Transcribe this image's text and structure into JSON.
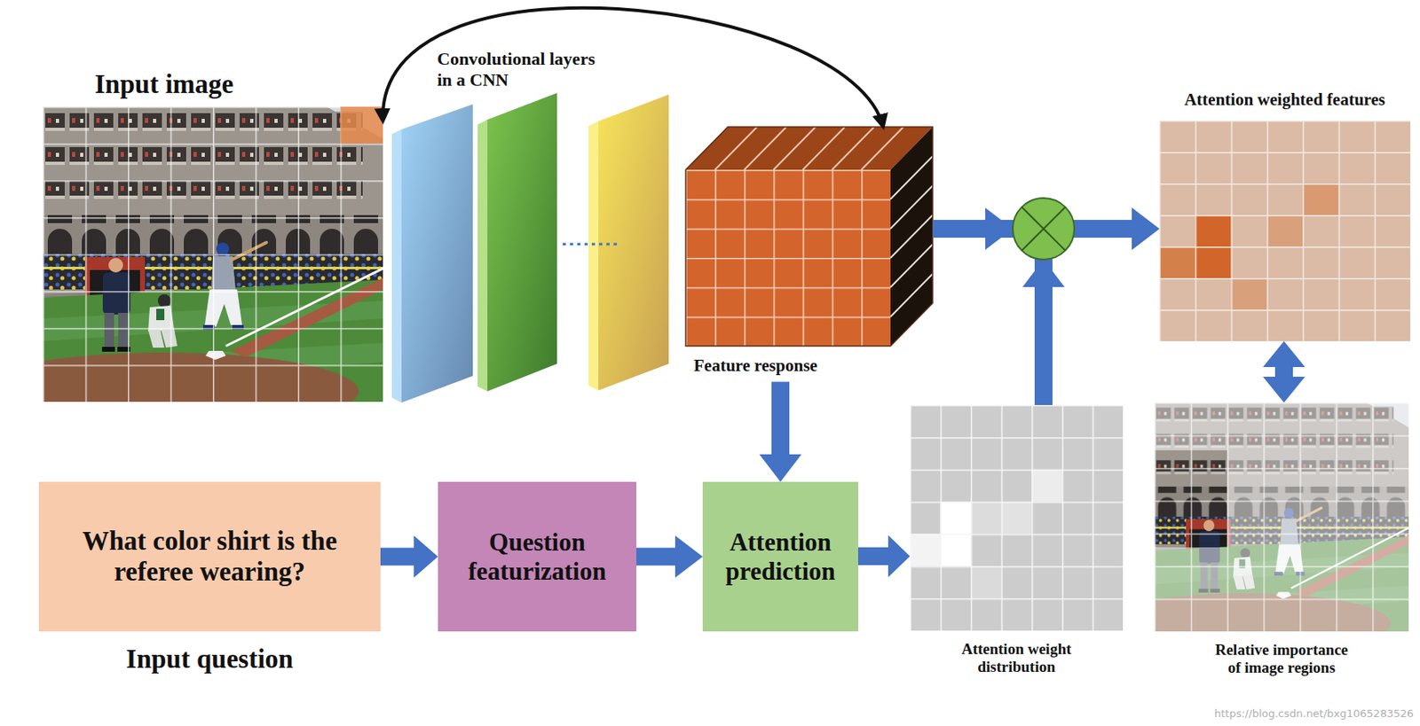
{
  "diagram": {
    "nodes": [
      {
        "text": [
          "Input image"
        ]
      },
      {
        "text": [
          "Convolutional layers in a CNN"
        ]
      },
      {
        "text": [
          "Feature response"
        ]
      },
      {
        "text": [
          "Attention weighted features"
        ]
      },
      {
        "text": [
          "What color shirt is the referee wearing?",
          "Input question"
        ]
      },
      {
        "text": [
          "Question featurization"
        ]
      },
      {
        "text": [
          "Attention prediction"
        ]
      },
      {
        "text": [
          "Attention weight distribution"
        ]
      },
      {
        "text": [
          "Relative importance of image regions"
        ]
      }
    ],
    "edges": [
      {
        "from": 0,
        "to": 2,
        "arrow": "both"
      },
      {
        "from": 2,
        "to": 3,
        "arrow": "to"
      },
      {
        "from": 7,
        "to": 3,
        "arrow": "to"
      },
      {
        "from": 3,
        "to": 8,
        "arrow": "both"
      },
      {
        "from": 4,
        "to": 5,
        "arrow": "to"
      },
      {
        "from": 5,
        "to": 6,
        "arrow": "to"
      },
      {
        "from": 6,
        "to": 7,
        "arrow": "to"
      },
      {
        "from": 2,
        "to": 6,
        "arrow": "to"
      }
    ],
    "labels": [
      "https://blog.csdn.net/bxg1065283526"
    ]
  }
}
